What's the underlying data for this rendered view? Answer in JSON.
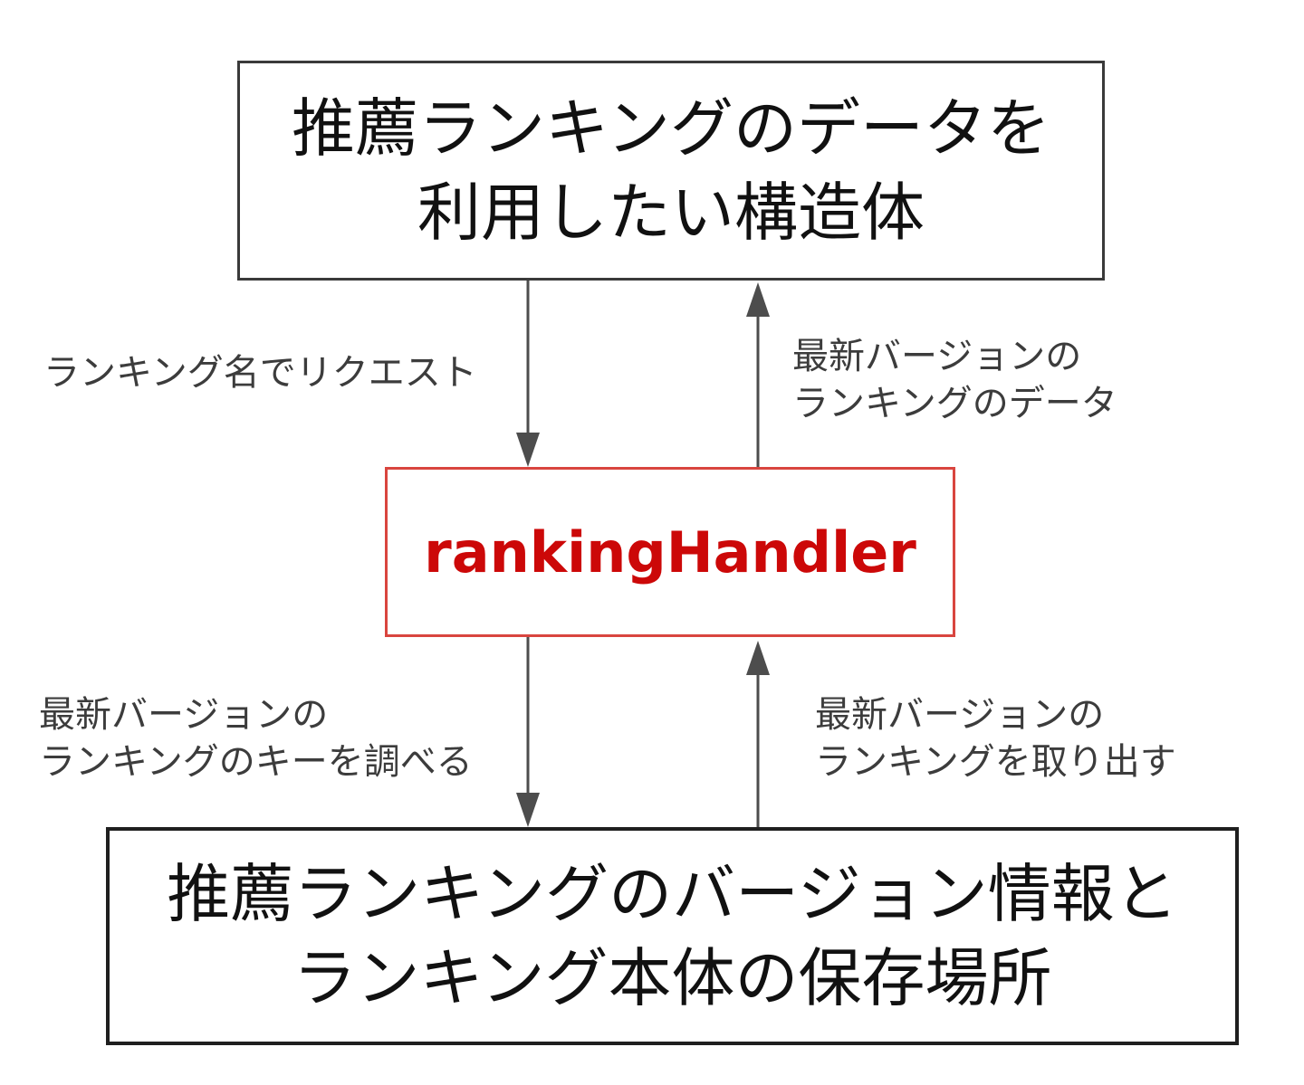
{
  "diagram": {
    "top_box": {
      "line1": "推薦ランキングのデータを",
      "line2": "利用したい構造体"
    },
    "middle_box": {
      "label": "rankingHandler"
    },
    "bottom_box": {
      "line1": "推薦ランキングのバージョン情報と",
      "line2": "ランキング本体の保存場所"
    },
    "labels": {
      "request": {
        "line1": "ランキング名でリクエスト"
      },
      "latest_data": {
        "line1": "最新バージョンの",
        "line2": "ランキングのデータ"
      },
      "latest_key": {
        "line1": "最新バージョンの",
        "line2": "ランキングのキーを調べる"
      },
      "latest_fetch": {
        "line1": "最新バージョンの",
        "line2": "ランキングを取り出す"
      }
    }
  },
  "colors": {
    "accent_red": "#cc0808",
    "red_border": "#d9453f",
    "box_border": "#3a3a3a",
    "box_border_dark": "#1f1f1f",
    "arrow_color": "#4d4d4d",
    "label_text": "#3c3c3c",
    "box_text": "#111111",
    "bg": "#ffffff"
  }
}
